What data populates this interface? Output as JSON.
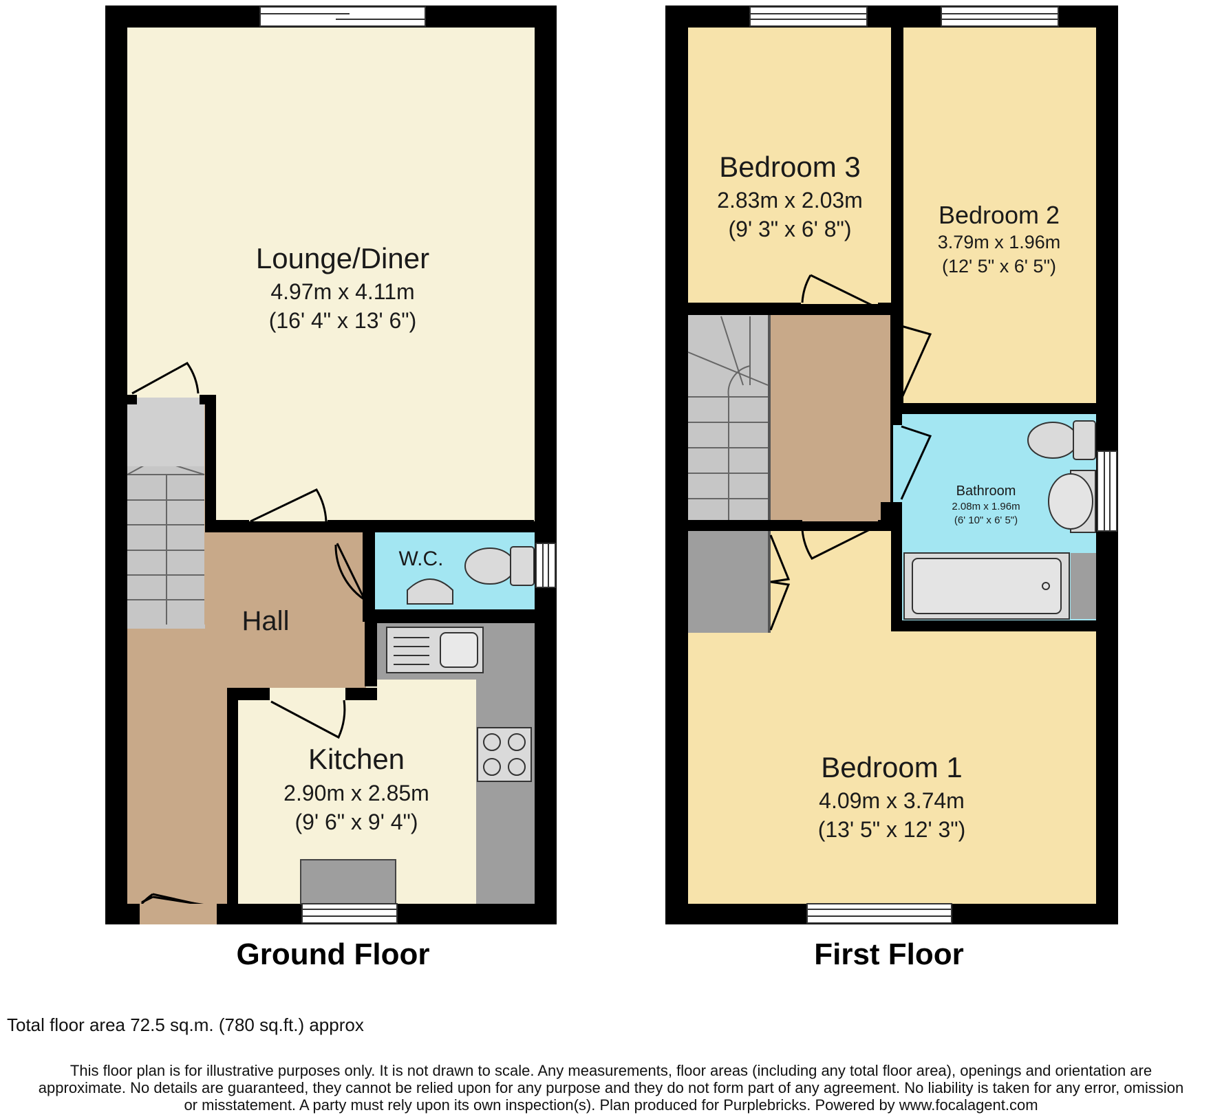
{
  "ground_floor": {
    "title": "Ground Floor",
    "rooms": {
      "lounge": {
        "name": "Lounge/Diner",
        "metric": "4.97m x 4.11m",
        "imperial": "(16' 4\" x 13' 6\")"
      },
      "kitchen": {
        "name": "Kitchen",
        "metric": "2.90m x 2.85m",
        "imperial": "(9' 6\" x 9' 4\")"
      },
      "hall": {
        "name": "Hall"
      },
      "wc": {
        "name": "W.C."
      }
    }
  },
  "first_floor": {
    "title": "First Floor",
    "rooms": {
      "bedroom3": {
        "name": "Bedroom 3",
        "metric": "2.83m x 2.03m",
        "imperial": "(9' 3\" x 6' 8\")"
      },
      "bedroom2": {
        "name": "Bedroom 2",
        "metric": "3.79m x 1.96m",
        "imperial": "(12' 5\" x 6' 5\")"
      },
      "bedroom1": {
        "name": "Bedroom 1",
        "metric": "4.09m x 3.74m",
        "imperial": "(13' 5\" x 12' 3\")"
      },
      "bathroom": {
        "name": "Bathroom",
        "metric": "2.08m x 1.96m",
        "imperial": "(6' 10\" x 6' 5\")"
      }
    }
  },
  "total_area": "Total floor area 72.5 sq.m. (780 sq.ft.) approx",
  "disclaimer": {
    "line1": "This floor plan is for illustrative purposes only. It is not drawn to scale. Any measurements, floor areas (including any total floor area), openings and orientation are",
    "line2": "approximate. No details are guaranteed, they cannot be relied upon for any purpose and they do not form part of any agreement. No liability is taken for any error, omission",
    "line3": "or misstatement. A party must rely upon its own inspection(s). Plan produced for Purplebricks. Powered by www.focalagent.com"
  },
  "colors": {
    "wall": "#000000",
    "lounge_floor": "#f7f2d9",
    "kitchen_floor": "#f7f2d9",
    "hall_floor": "#c8a989",
    "wc_floor": "#a3e6f2",
    "bedroom_floor": "#f7e3ab",
    "landing_floor": "#c8a989",
    "stairs": "#c6c6c6",
    "worktop": "#9e9e9e"
  }
}
